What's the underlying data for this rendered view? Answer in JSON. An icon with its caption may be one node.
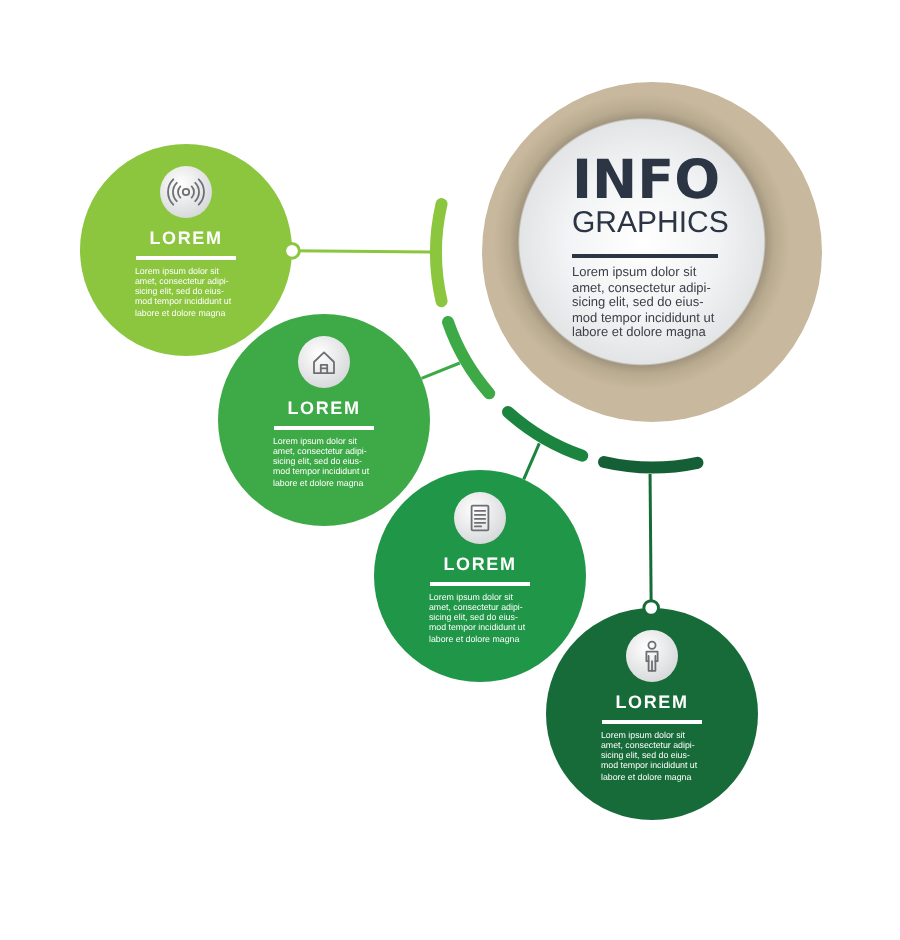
{
  "diagram": {
    "nodes": [
      {
        "text": [
          "INFO",
          "GRAPHICS",
          "Lorem ipsum dolor sit amet, consectetur adipi- sicing elit, sed do eius- mod tempor incididunt ut labore et dolore magna"
        ]
      },
      {
        "text": [
          "LOREM",
          "Lorem ipsum dolor sit amet, consectetur adipi- sicing elit, sed do eius- mod tempor incididunt ut labore et dolore magna"
        ]
      },
      {
        "text": [
          "LOREM",
          "Lorem ipsum dolor sit amet, consectetur adipi- sicing elit, sed do eius- mod tempor incididunt ut labore et dolore magna"
        ]
      },
      {
        "text": [
          "LOREM",
          "Lorem ipsum dolor sit amet, consectetur adipi- sicing elit, sed do eius- mod tempor incididunt ut labore et dolore magna"
        ]
      },
      {
        "text": [
          "LOREM",
          "Lorem ipsum dolor sit amet, consectetur adipi- sicing elit, sed do eius- mod tempor incididunt ut labore et dolore magna"
        ]
      },
      {
        "text": [],
        "shape": "arc"
      },
      {
        "text": [],
        "shape": "arc"
      },
      {
        "text": [],
        "shape": "arc"
      },
      {
        "text": [],
        "shape": "arc"
      }
    ],
    "edges": [
      {
        "from": 1,
        "to": 5,
        "arrow": "other",
        "color": "#8cc63f"
      },
      {
        "from": 2,
        "to": 6,
        "arrow": "none",
        "color": "#3daa47"
      },
      {
        "from": 3,
        "to": 7,
        "arrow": "none",
        "color": "#1b8540"
      },
      {
        "from": 4,
        "to": 8,
        "arrow": "other",
        "color": "#176b39"
      }
    ]
  }
}
